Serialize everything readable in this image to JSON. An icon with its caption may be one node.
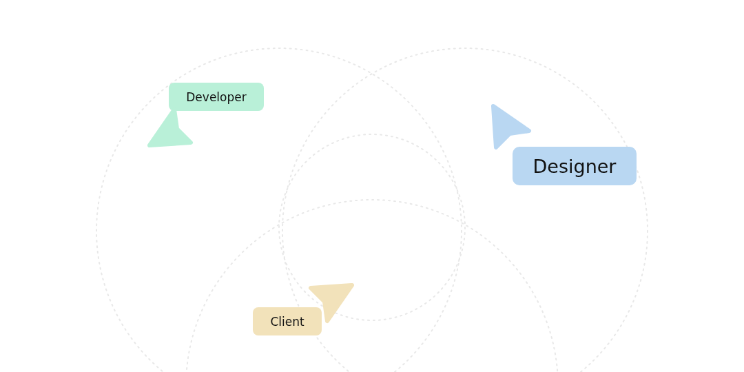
{
  "diagram": {
    "nodes": [
      {
        "text": [
          "Developer"
        ]
      },
      {
        "text": [
          "Designer"
        ]
      },
      {
        "text": [
          "Client"
        ]
      }
    ]
  }
}
